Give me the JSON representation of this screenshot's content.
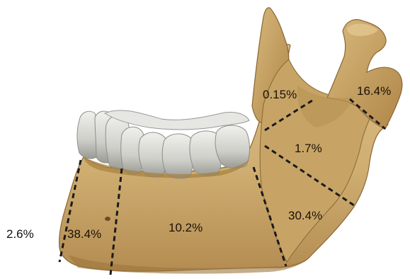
{
  "figure": {
    "subject": "mandible",
    "colors": {
      "bone": "#cfae72",
      "bone_shadow": "#a8834a",
      "bone_dark": "#8a6634",
      "tooth": "#d9d9d4",
      "tooth_shadow": "#9c9c98",
      "divider": "#1a1a1a",
      "background": "#ffffff"
    },
    "regions": [
      {
        "id": "symphysis-outer",
        "label": "2.6%"
      },
      {
        "id": "parasymphysis",
        "label": "38.4%"
      },
      {
        "id": "body",
        "label": "10.2%"
      },
      {
        "id": "angle",
        "label": "30.4%"
      },
      {
        "id": "ramus",
        "label": "1.7%"
      },
      {
        "id": "coronoid",
        "label": "0.15%"
      },
      {
        "id": "condyle",
        "label": "16.4%"
      }
    ]
  }
}
